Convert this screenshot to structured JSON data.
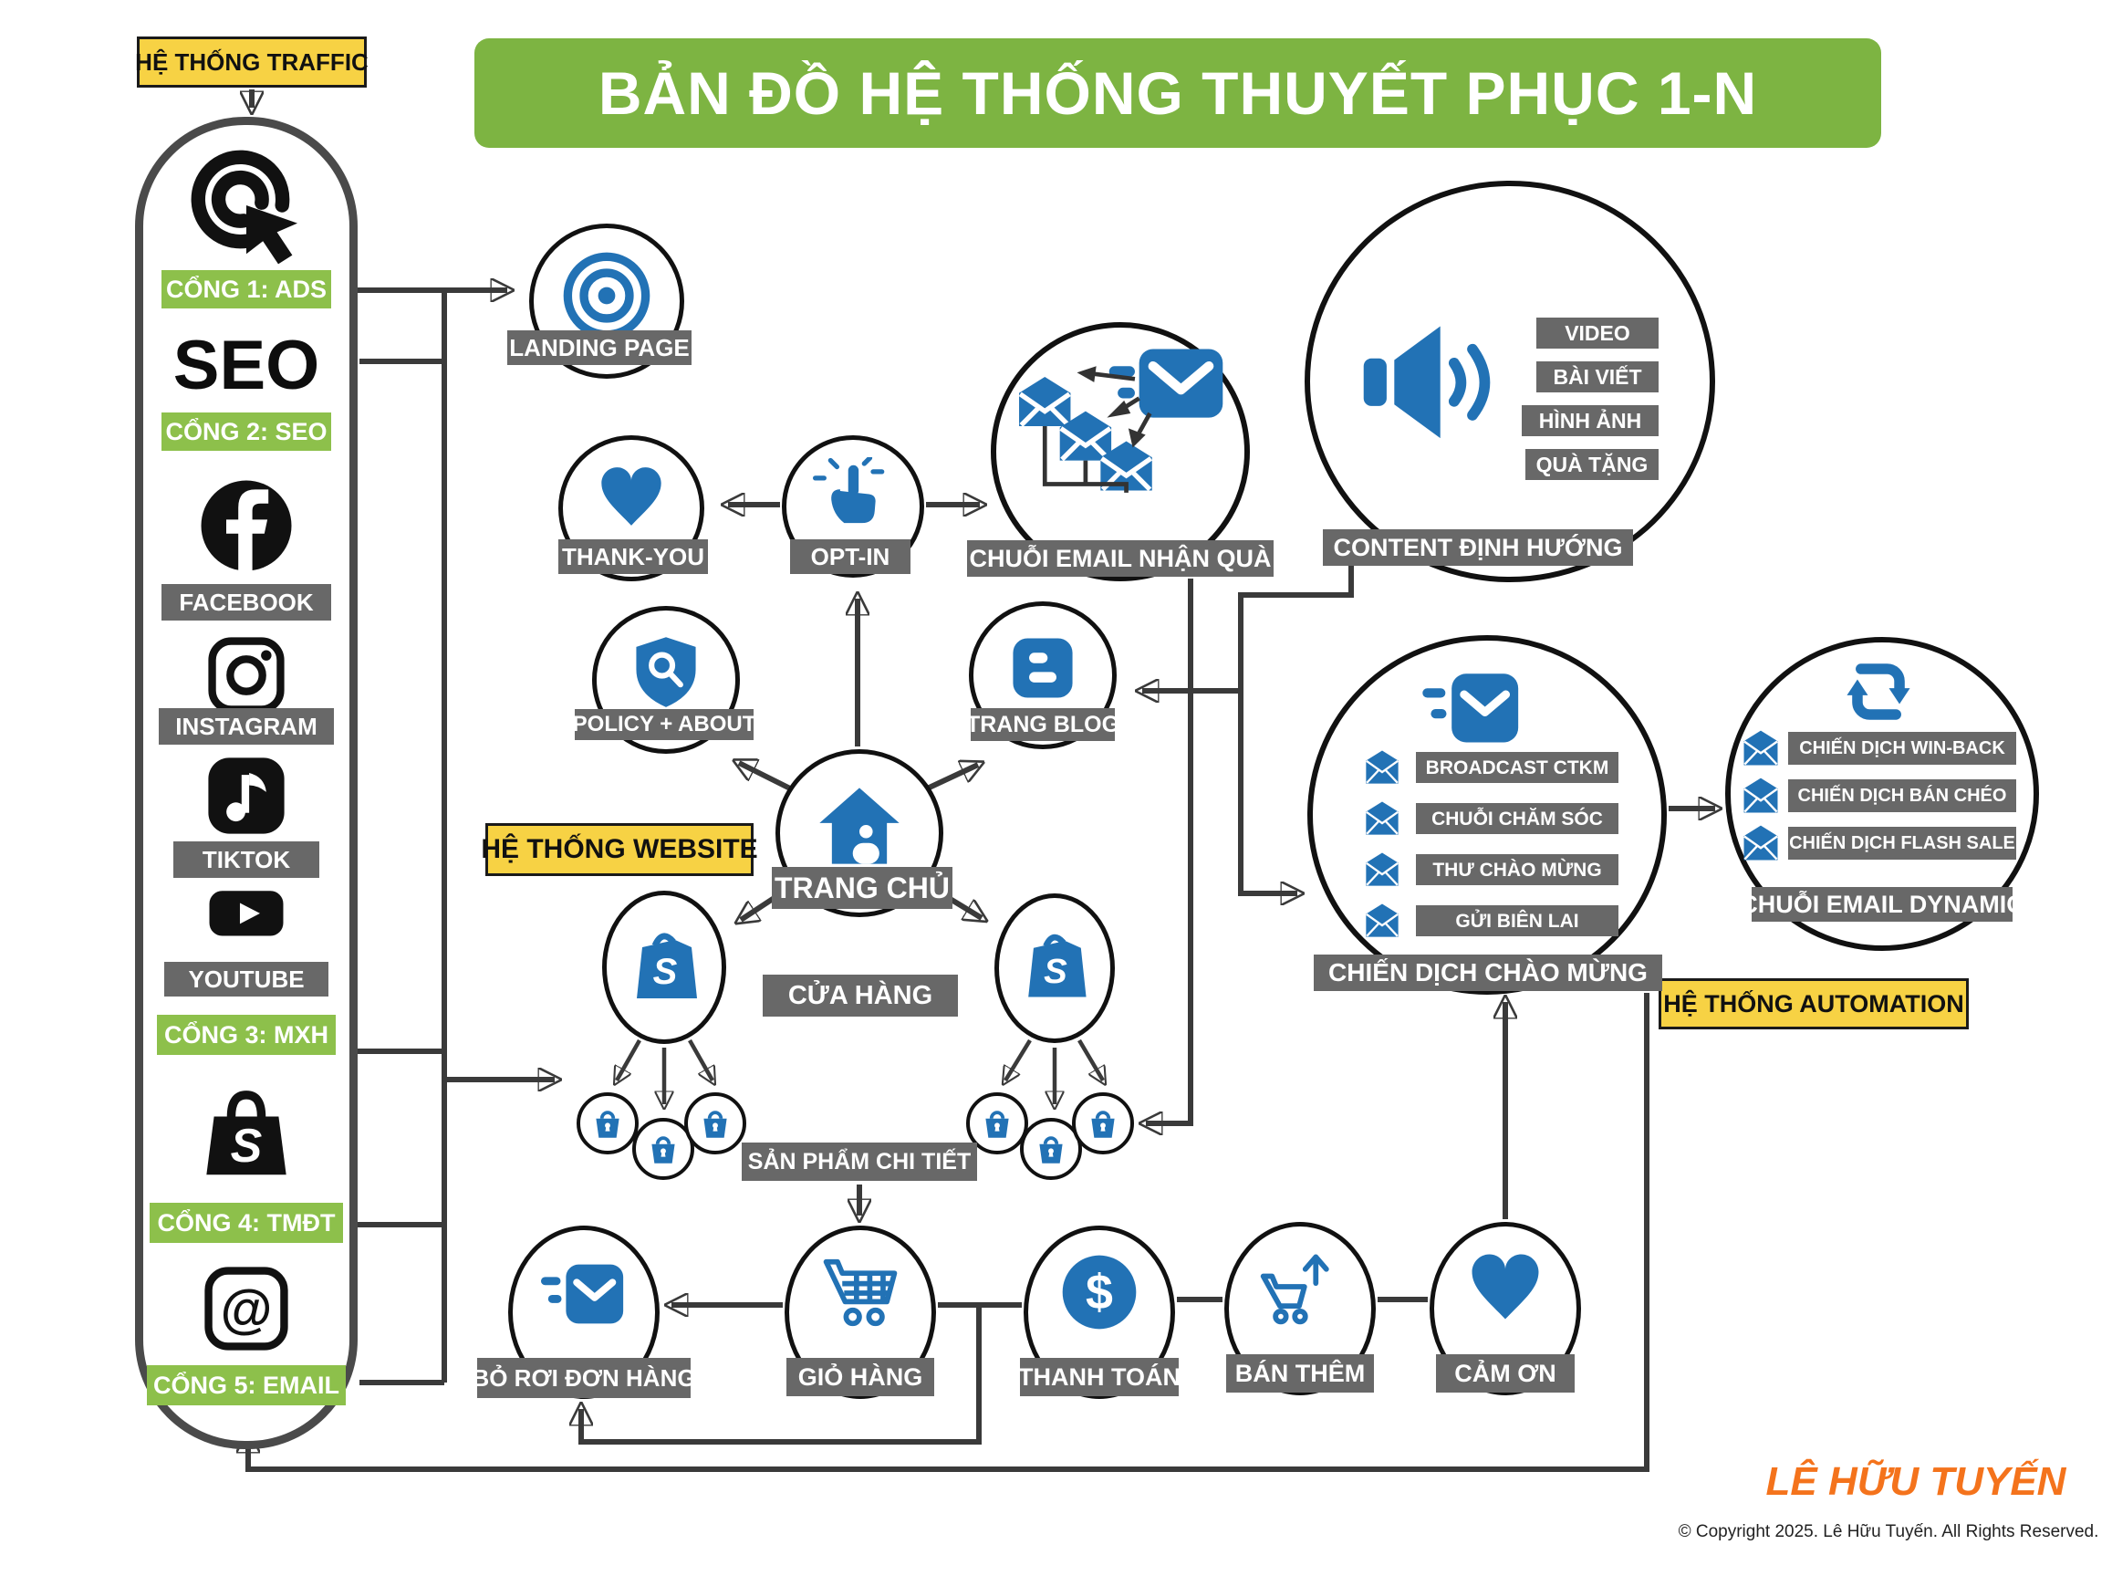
{
  "title": "BẢN ĐỒ HỆ THỐNG THUYẾT PHỤC 1-N",
  "colors": {
    "blue": "#2272B5",
    "green": "#8DC04B",
    "title_green": "#7DB442",
    "yellow": "#F7D244",
    "gray_label": "#686868",
    "line": "#3a3a3a",
    "black": "#111111",
    "orange": "#F4731C"
  },
  "sidebar": {
    "header": "HỆ THỐNG TRAFFIC",
    "items": [
      {
        "icon": "ads-click-icon",
        "gate": "CỔNG 1: ADS"
      },
      {
        "icon": "seo-text",
        "text": "SEO",
        "gate": "CỔNG 2: SEO"
      },
      {
        "icon": "facebook-icon",
        "name": "FACEBOOK"
      },
      {
        "icon": "instagram-icon",
        "name": "INSTAGRAM"
      },
      {
        "icon": "tiktok-icon",
        "name": "TIKTOK"
      },
      {
        "icon": "youtube-icon",
        "name": "YOUTUBE"
      },
      {
        "gate": "CỔNG 3: MXH"
      },
      {
        "icon": "shopee-icon",
        "gate": "CỔNG 4: TMĐT"
      },
      {
        "icon": "at-icon",
        "gate": "CỔNG 5: EMAIL"
      }
    ]
  },
  "labels": {
    "website": "HỆ THỐNG WEBSITE",
    "automation": "HỆ THỐNG AUTOMATION",
    "store": "CỬA HÀNG",
    "product_detail": "SẢN PHẨM CHI TIẾT"
  },
  "nodes": [
    {
      "id": "landing",
      "label": "LANDING PAGE",
      "icon": "target-icon"
    },
    {
      "id": "thankyou",
      "label": "THANK-YOU",
      "icon": "heart-icon"
    },
    {
      "id": "optin",
      "label": "OPT-IN",
      "icon": "click-hand-icon"
    },
    {
      "id": "nhanqua",
      "label": "CHUỖI EMAIL NHẬN QUÀ",
      "icon": "email-sequence-icon"
    },
    {
      "id": "content",
      "label": "CONTENT ĐỊNH HƯỚNG",
      "icon": "speaker-icon",
      "items": [
        "VIDEO",
        "BÀI VIẾT",
        "HÌNH ẢNH",
        "QUÀ TẶNG"
      ]
    },
    {
      "id": "blog",
      "label": "TRANG BLOG",
      "icon": "blogger-icon"
    },
    {
      "id": "policy",
      "label": "POLICY + ABOUT",
      "icon": "shield-search-icon"
    },
    {
      "id": "home",
      "label": "TRANG CHỦ",
      "icon": "home-icon"
    },
    {
      "id": "store-left",
      "label": "",
      "icon": "shopify-bag-icon"
    },
    {
      "id": "store-right",
      "label": "",
      "icon": "shopify-bag-icon"
    },
    {
      "id": "chaomung",
      "label": "CHIẾN DỊCH CHÀO MỪNG",
      "icon": "fast-mail-icon",
      "rows": [
        "BROADCAST CTKM",
        "CHUỖI CHĂM SÓC",
        "THƯ CHÀO MỪNG",
        "GỬI BIÊN LAI"
      ]
    },
    {
      "id": "dynamic",
      "label": "CHUỖI EMAIL DYNAMIC",
      "icon": "sync-icon",
      "rows": [
        "CHIẾN DỊCH WIN-BACK",
        "CHIẾN DỊCH BÁN CHÉO",
        "CHIẾN DỊCH FLASH SALE"
      ]
    },
    {
      "id": "boroi",
      "label": "BỎ RƠI ĐƠN HÀNG",
      "icon": "fast-mail-icon"
    },
    {
      "id": "giohang",
      "label": "GIỎ HÀNG",
      "icon": "cart-icon"
    },
    {
      "id": "thanhtoan",
      "label": "THANH TOÁN",
      "icon": "dollar-icon"
    },
    {
      "id": "banthem",
      "label": "BÁN THÊM",
      "icon": "cart-up-icon"
    },
    {
      "id": "camon",
      "label": "CẢM ƠN",
      "icon": "heart-icon"
    }
  ],
  "footer": {
    "brand": "LÊ HỮU TUYẾN",
    "copyright": "© Copyright 2025. Lê Hữu Tuyến. All Rights Reserved."
  }
}
